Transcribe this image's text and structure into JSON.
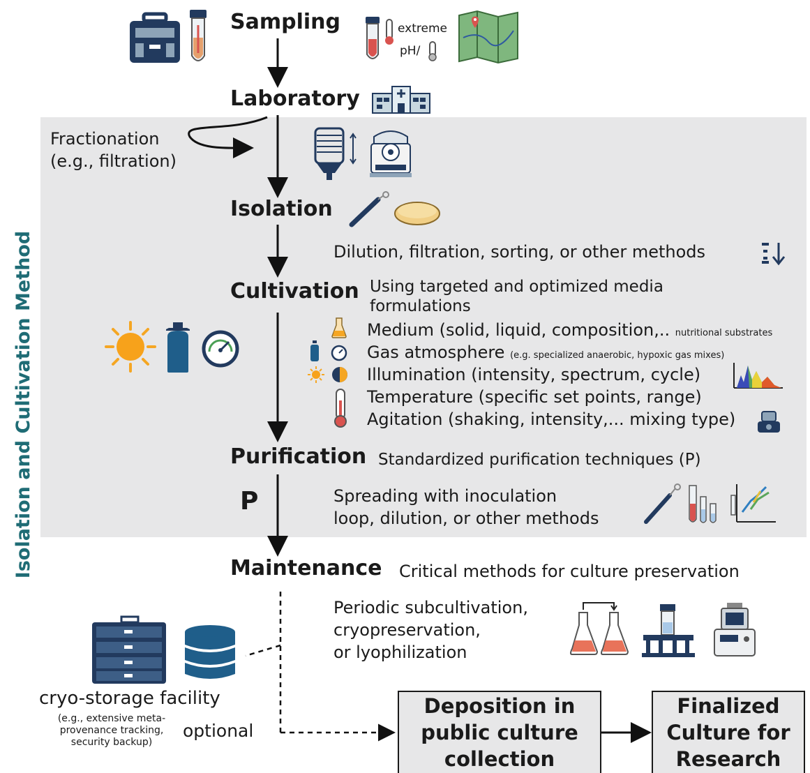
{
  "side_label": "Isolation and Cultivation Method",
  "steps": {
    "sampling": "Sampling",
    "laboratory": "Laboratory",
    "isolation": "Isolation",
    "cultivation": "Cultivation",
    "purification": "Purification",
    "maintenance": "Maintenance"
  },
  "sampling_notes": {
    "extreme": "extreme",
    "ph": "pH/"
  },
  "fractionation": {
    "line1": "Fractionation",
    "line2": "(e.g., filtration)"
  },
  "isolation_note": "Dilution, filtration, sorting, or other methods",
  "cultivation_note": {
    "line1": "Using targeted and optimized media",
    "line2": "formulations"
  },
  "conditions": {
    "medium": "Medium (solid, liquid, composition,..",
    "medium_small": "nutritional substrates",
    "gas": "Gas atmosphere",
    "gas_small": "(e.g. specialized anaerobic, hypoxic gas mixes)",
    "illumination": "Illumination (intensity, spectrum, cycle)",
    "temperature": "Temperature (specific set points, range)",
    "agitation": "Agitation (shaking, intensity,... mixing type)"
  },
  "purification_note": "Standardized purification techniques (P)",
  "p_label": "P",
  "spreading": {
    "line1": "Spreading with inoculation",
    "line2": "loop, dilution, or other methods"
  },
  "maintenance_note": "Critical methods for culture preservation",
  "preservation": {
    "line1": "Periodic subcultivation,",
    "line2": "cryopreservation,",
    "line3": "or lyophilization"
  },
  "cryo": {
    "title": "cryo-storage facility",
    "sub1": "(e.g., extensive meta-",
    "sub2": "provenance tracking,",
    "sub3": "security backup)",
    "optional": "optional"
  },
  "deposition_box": {
    "line1": "Deposition in",
    "line2": "public culture",
    "line3": "collection"
  },
  "final_box": {
    "line1": "Finalized",
    "line2": "Culture for",
    "line3": "Research"
  },
  "colors": {
    "teal": "#1f6c75",
    "panel": "#e7e7e8",
    "navy": "#223a5e",
    "orange": "#f5a623",
    "red": "#d9534f"
  }
}
